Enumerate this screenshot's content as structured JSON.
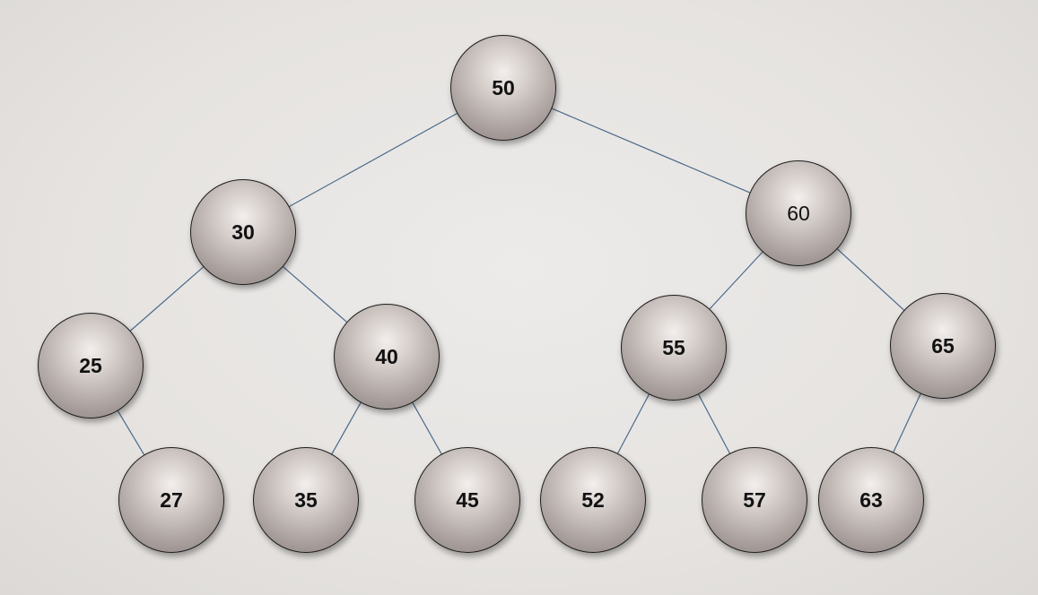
{
  "tree": {
    "nodes": [
      {
        "id": "n50",
        "label": "50",
        "bold": true
      },
      {
        "id": "n30",
        "label": "30",
        "bold": true
      },
      {
        "id": "n60",
        "label": "60",
        "bold": false
      },
      {
        "id": "n25",
        "label": "25",
        "bold": true
      },
      {
        "id": "n40",
        "label": "40",
        "bold": true
      },
      {
        "id": "n55",
        "label": "55",
        "bold": true
      },
      {
        "id": "n65",
        "label": "65",
        "bold": true
      },
      {
        "id": "n27",
        "label": "27",
        "bold": true
      },
      {
        "id": "n35",
        "label": "35",
        "bold": true
      },
      {
        "id": "n45",
        "label": "45",
        "bold": true
      },
      {
        "id": "n52",
        "label": "52",
        "bold": true
      },
      {
        "id": "n57",
        "label": "57",
        "bold": true
      },
      {
        "id": "n63",
        "label": "63",
        "bold": true
      }
    ],
    "edges": [
      [
        "n50",
        "n30"
      ],
      [
        "n50",
        "n60"
      ],
      [
        "n30",
        "n25"
      ],
      [
        "n30",
        "n40"
      ],
      [
        "n60",
        "n55"
      ],
      [
        "n60",
        "n65"
      ],
      [
        "n25",
        "n27"
      ],
      [
        "n40",
        "n35"
      ],
      [
        "n40",
        "n45"
      ],
      [
        "n55",
        "n52"
      ],
      [
        "n55",
        "n57"
      ],
      [
        "n65",
        "n63"
      ]
    ]
  },
  "colors": {
    "edge": "#4a6a8a",
    "background": "#e6e3e0"
  }
}
